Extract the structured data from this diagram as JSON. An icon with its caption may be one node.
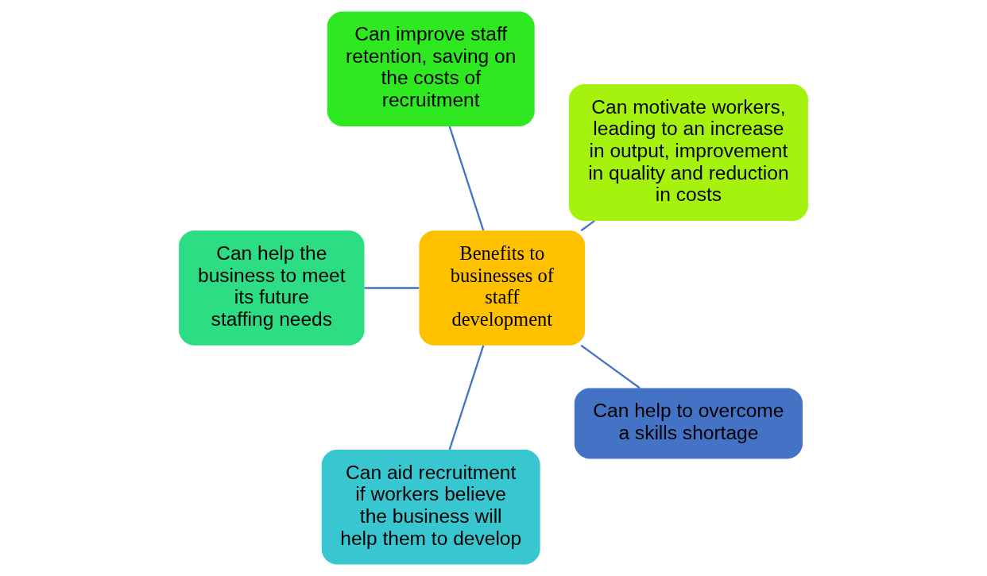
{
  "diagram": {
    "nodes": [
      {
        "text": [
          "Benefits to businesses of staff development"
        ]
      },
      {
        "text": [
          "Can motivate workers, leading to an increase in output, improvement in quality and reduction in costs"
        ]
      },
      {
        "text": [
          "Can improve staff retention, saving on the costs of recruitment"
        ]
      },
      {
        "text": [
          "Can help the business to meet its future staffing needs"
        ]
      },
      {
        "text": [
          "Can aid recruitment if workers believe the business will help them to develop"
        ]
      },
      {
        "text": [
          "Can help to overcome a skills shortage"
        ]
      }
    ],
    "edges": [
      {
        "from": 0,
        "to": 1,
        "arrow": "none"
      },
      {
        "from": 0,
        "to": 2,
        "arrow": "none"
      },
      {
        "from": 0,
        "to": 3,
        "arrow": "none"
      },
      {
        "from": 0,
        "to": 4,
        "arrow": "none"
      },
      {
        "from": 0,
        "to": 5,
        "arrow": "none"
      }
    ]
  }
}
